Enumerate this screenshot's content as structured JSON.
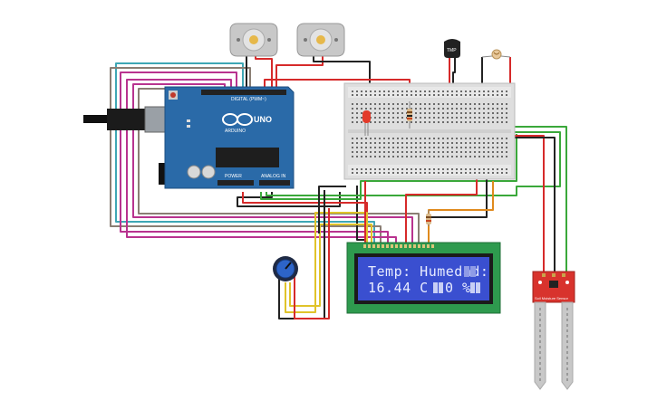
{
  "board": {
    "model": "UNO",
    "brand": "ARDUINO",
    "header_digital": "DIGITAL (PWM~)",
    "header_power": "POWER",
    "header_analog": "ANALOG IN"
  },
  "lcd": {
    "line1": "Temp: Humedad:",
    "line2": "16.44 C ",
    "line2_tail": "0 %"
  },
  "soil_sensor": {
    "label": "Soil Moisture Sensor"
  },
  "temp_sensor": {
    "label": "TMP"
  },
  "colors": {
    "arduino": "#2a6aa8",
    "breadboard": "#dedede",
    "lcd_bezel": "#2e9a4e",
    "lcd_screen": "#3a4fd0",
    "sensor_board": "#d8332d",
    "wire_red": "#d62a2a",
    "wire_black": "#222222",
    "wire_green": "#3aa83a",
    "wire_orange": "#e08a1e",
    "wire_magenta": "#b8338f",
    "wire_yellow": "#e0c32a",
    "wire_teal": "#3fa7b5",
    "wire_gray": "#8a7e74"
  }
}
